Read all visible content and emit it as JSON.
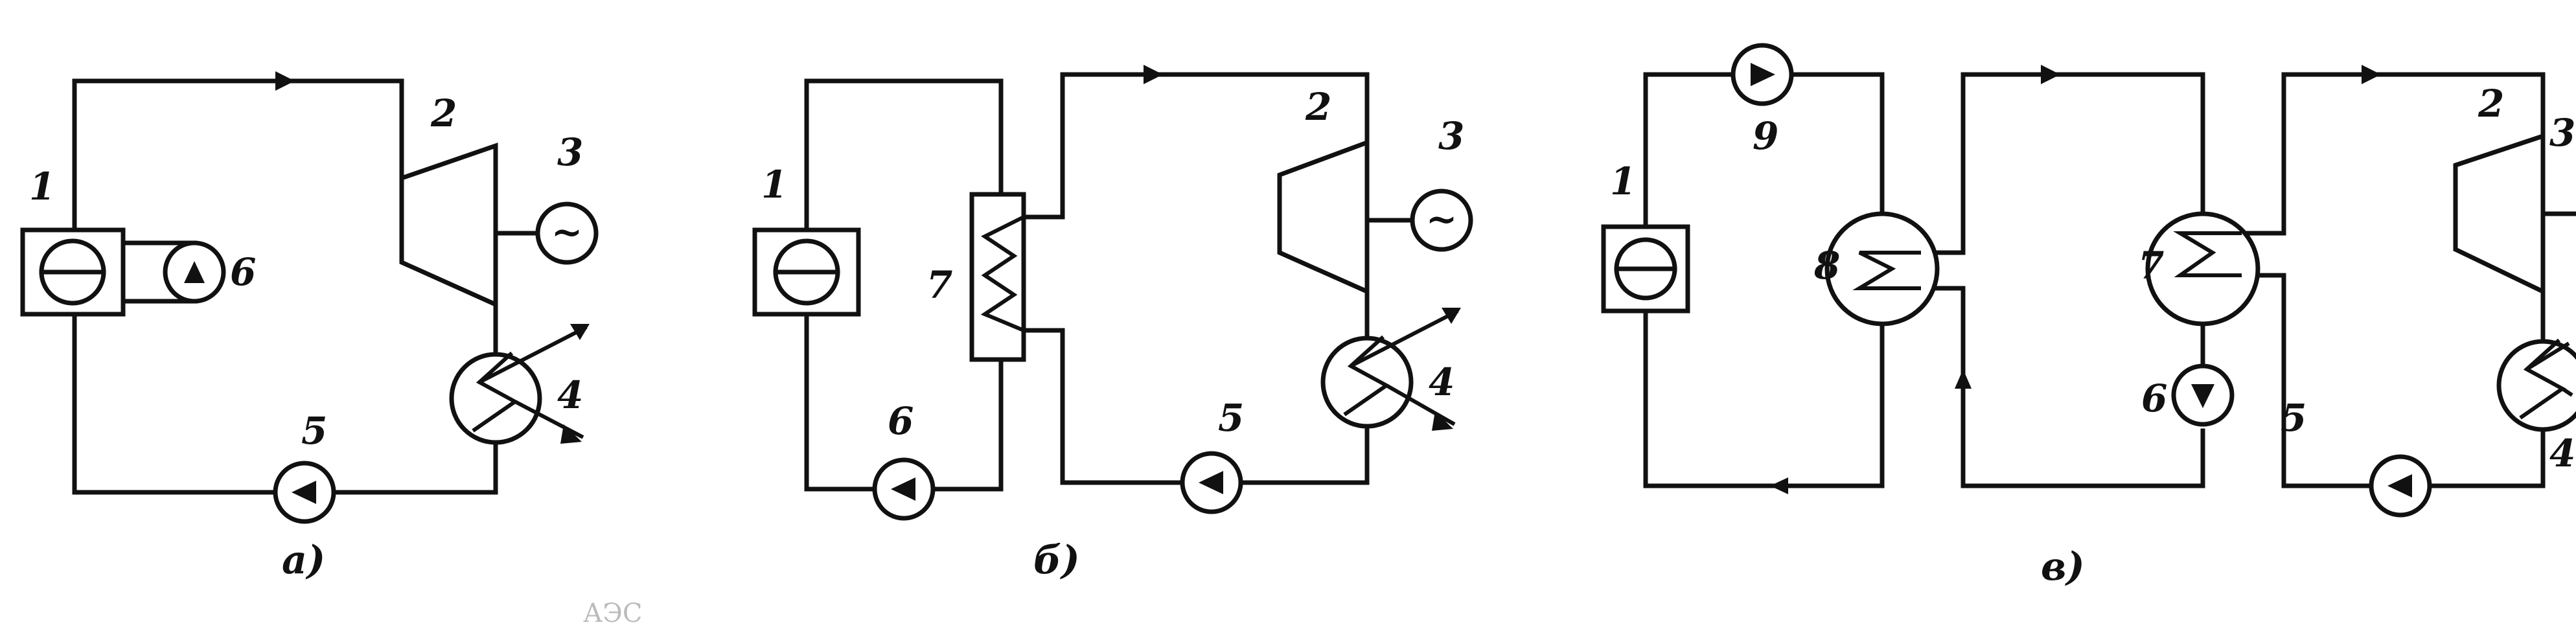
{
  "diagrams": {
    "a": {
      "caption": "а)",
      "labels": {
        "boiler": "1",
        "turbine": "2",
        "generator": "3",
        "condenser": "4",
        "feed_pump": "5",
        "circ_pump": "6"
      }
    },
    "b": {
      "caption": "б)",
      "labels": {
        "boiler": "1",
        "turbine": "2",
        "generator": "3",
        "condenser": "4",
        "feed_pump": "5",
        "primary_pump": "6",
        "steam_generator": "7"
      }
    },
    "c": {
      "caption": "в)",
      "labels": {
        "boiler": "1",
        "turbine": "2",
        "generator": "3",
        "condenser": "4",
        "feed_pump": "5",
        "second_pump": "6",
        "steam_generator": "7",
        "intermediate_hx": "8",
        "primary_pump": "9"
      }
    }
  },
  "footer_note": "АЭС",
  "generator_symbol": "~"
}
